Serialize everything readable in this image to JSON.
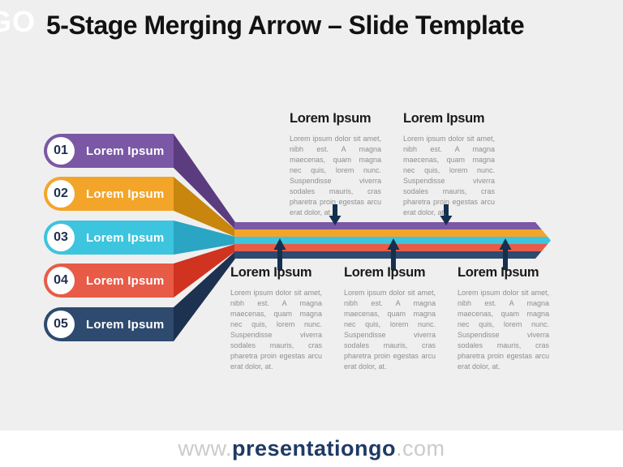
{
  "slide": {
    "logo_fragment": "GO",
    "title": "5-Stage Merging Arrow – Slide Template",
    "background_color": "#efeff0"
  },
  "stages": [
    {
      "number": "01",
      "label": "Lorem Ipsum",
      "color": "#7a58a5",
      "ribbon_color": "#5b3d7f"
    },
    {
      "number": "02",
      "label": "Lorem Ipsum",
      "color": "#f3a52a",
      "ribbon_color": "#c8860f"
    },
    {
      "number": "03",
      "label": "Lorem Ipsum",
      "color": "#3dc4df",
      "ribbon_color": "#2aa5c3"
    },
    {
      "number": "04",
      "label": "Lorem Ipsum",
      "color": "#e85b46",
      "ribbon_color": "#d0331f"
    },
    {
      "number": "05",
      "label": "Lorem Ipsum",
      "color": "#2e4a6e",
      "ribbon_color": "#1d3150"
    }
  ],
  "merge_arrow": {
    "stripe_colors": [
      "#7a58a5",
      "#f3a52a",
      "#3dc4df",
      "#e85b46",
      "#2e4a6e"
    ],
    "connector_color": "#15304e"
  },
  "callouts": {
    "top": [
      {
        "heading": "Lorem Ipsum",
        "body": "Lorem ipsum dolor sit amet, nibh est. A magna maecenas, quam magna nec quis, lorem nunc. Suspendisse viverra sodales mauris, cras pharetra proin egestas arcu erat dolor, at."
      },
      {
        "heading": "Lorem Ipsum",
        "body": "Lorem ipsum dolor sit amet, nibh est. A magna maecenas, quam magna nec quis, lorem nunc. Suspendisse viverra sodales mauris, cras pharetra proin egestas arcu erat dolor, at."
      }
    ],
    "bottom": [
      {
        "heading": "Lorem Ipsum",
        "body": "Lorem ipsum dolor sit amet, nibh est. A magna maecenas, quam magna nec quis, lorem nunc. Suspendisse viverra sodales mauris, cras pharetra proin egestas arcu erat dolor, at."
      },
      {
        "heading": "Lorem Ipsum",
        "body": "Lorem ipsum dolor sit amet, nibh est. A magna maecenas, quam magna nec quis, lorem nunc. Suspendisse viverra sodales mauris, cras pharetra proin egestas arcu erat dolor, at."
      },
      {
        "heading": "Lorem Ipsum",
        "body": "Lorem ipsum dolor sit amet, nibh est. A magna maecenas, quam magna nec quis, lorem nunc. Suspendisse viverra sodales mauris, cras pharetra proin egestas arcu erat dolor, at."
      }
    ]
  },
  "footer": {
    "prefix": "www.",
    "brand": "presentationgo",
    "suffix": ".com"
  }
}
